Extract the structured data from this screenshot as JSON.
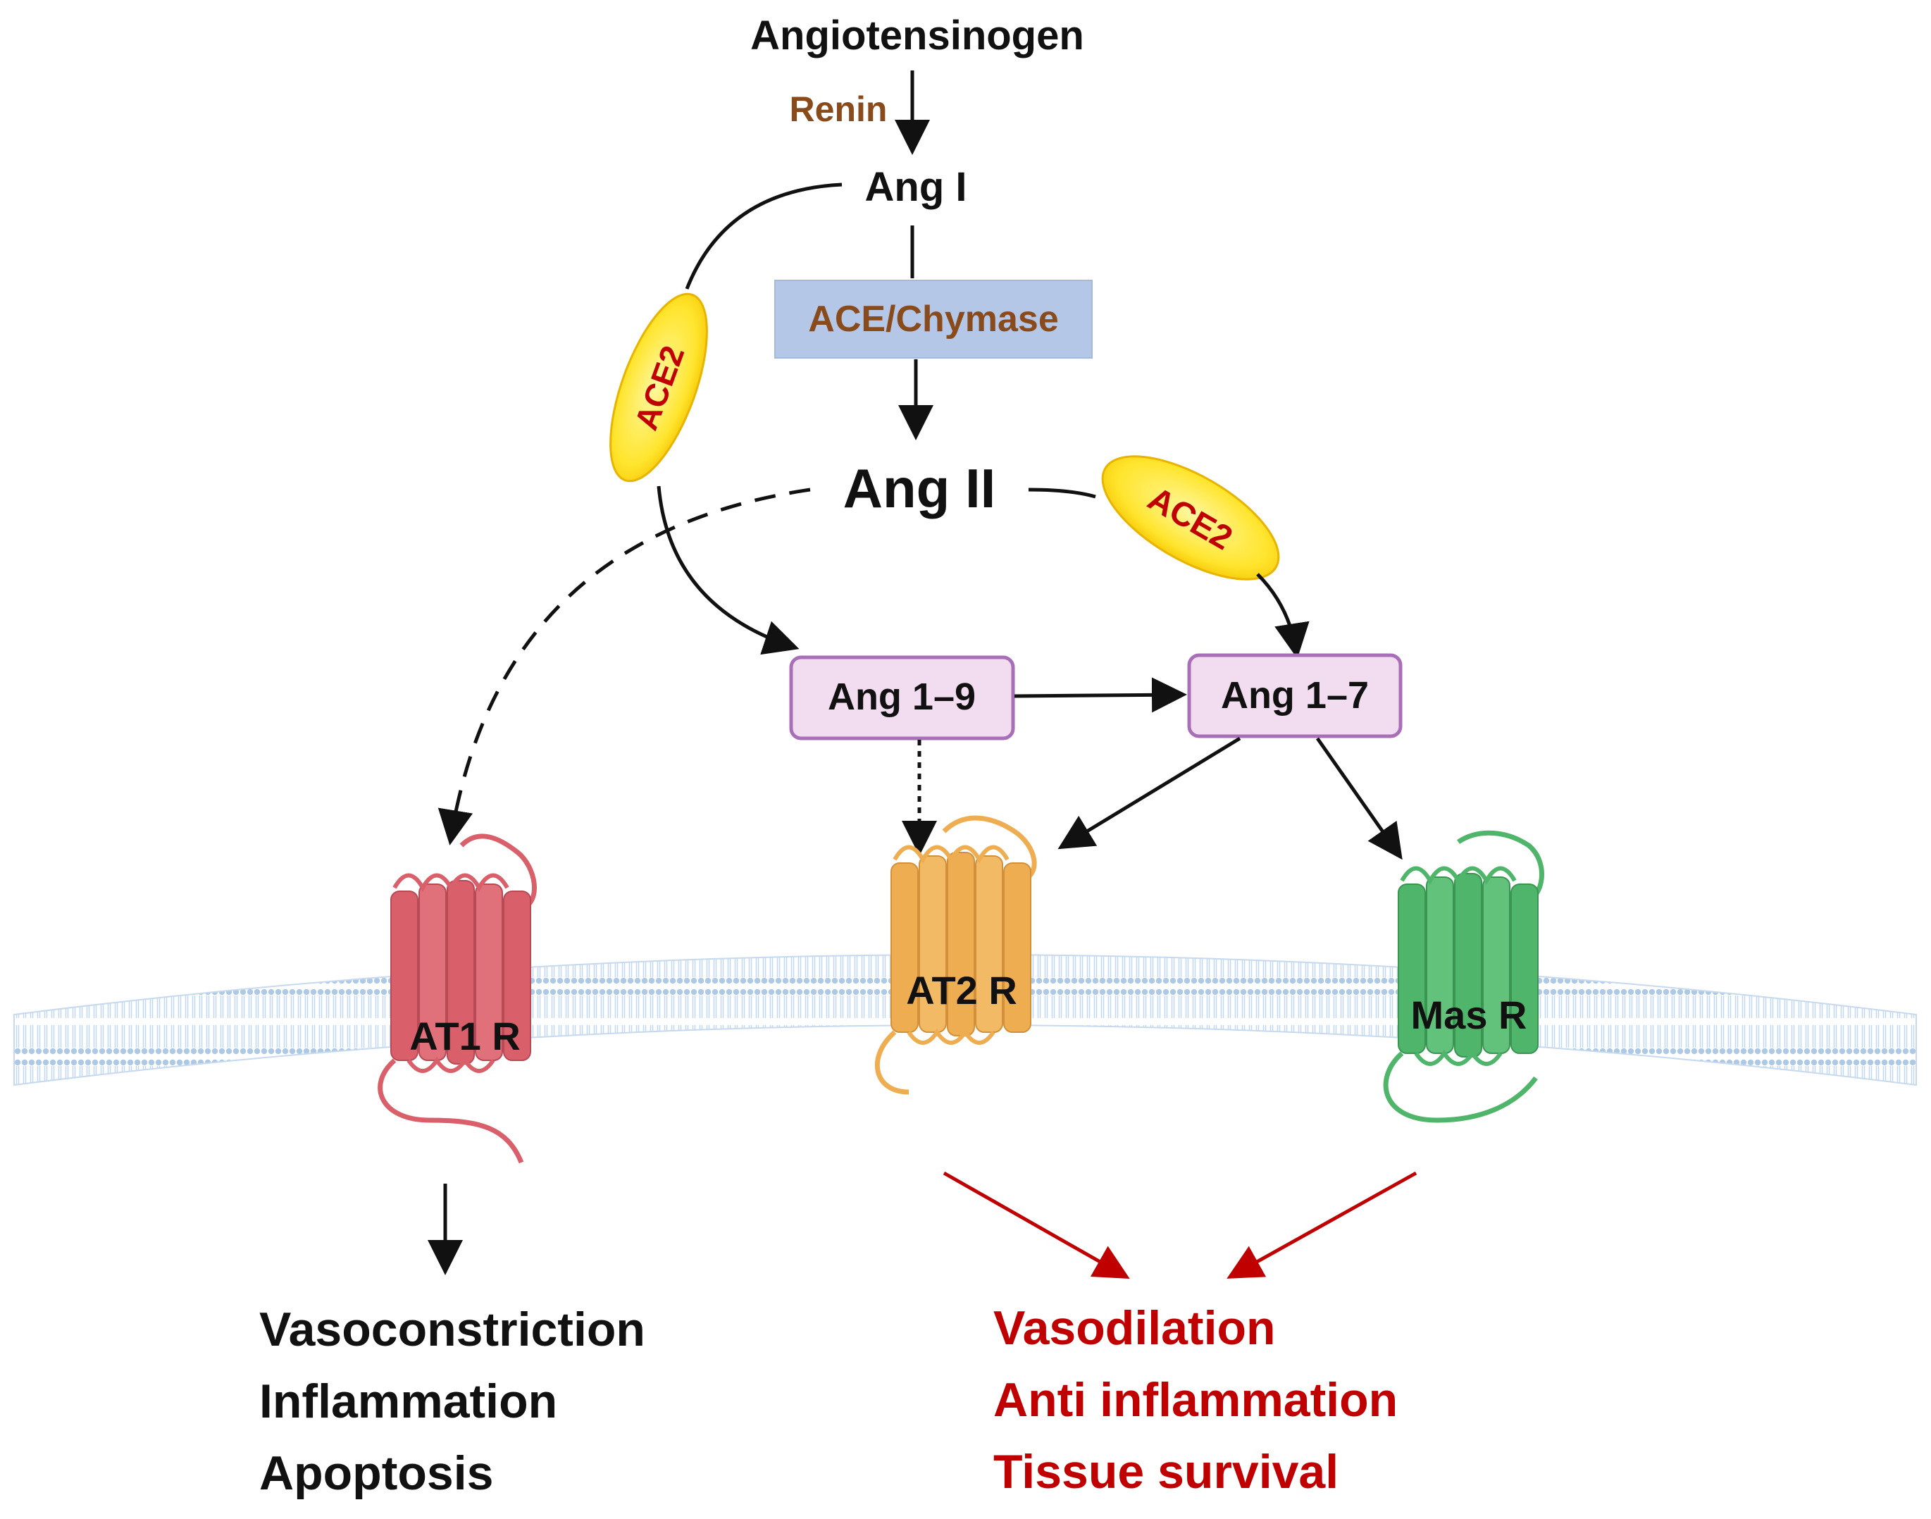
{
  "nodes": {
    "angiotensinogen": "Angiotensinogen",
    "renin": "Renin",
    "ang1": "Ang I",
    "ace_chymase": "ACE/Chymase",
    "ang2": "Ang II",
    "ace2_left": "ACE2",
    "ace2_right": "ACE2",
    "ang19": "Ang 1–9",
    "ang17": "Ang 1–7"
  },
  "receptors": {
    "at1": "AT1 R",
    "at2": "AT2 R",
    "mas": "Mas R"
  },
  "effects": {
    "left": [
      "Vasoconstriction",
      "Inflammation",
      "Apoptosis"
    ],
    "right": [
      "Vasodilation",
      "Anti inflammation",
      "Tissue survival"
    ]
  },
  "colors": {
    "brown_label": "#8a4b1c",
    "red_label": "#c00000",
    "ace_box": "#b4c7e7",
    "ang_box_fill": "#f2dcf0",
    "ang_box_stroke": "#a86fb8",
    "ace2_fill": "#ffe933",
    "at1": "#d9606b",
    "at2": "#efad52",
    "mas": "#4fb56a",
    "membrane": "#aec9e6"
  }
}
